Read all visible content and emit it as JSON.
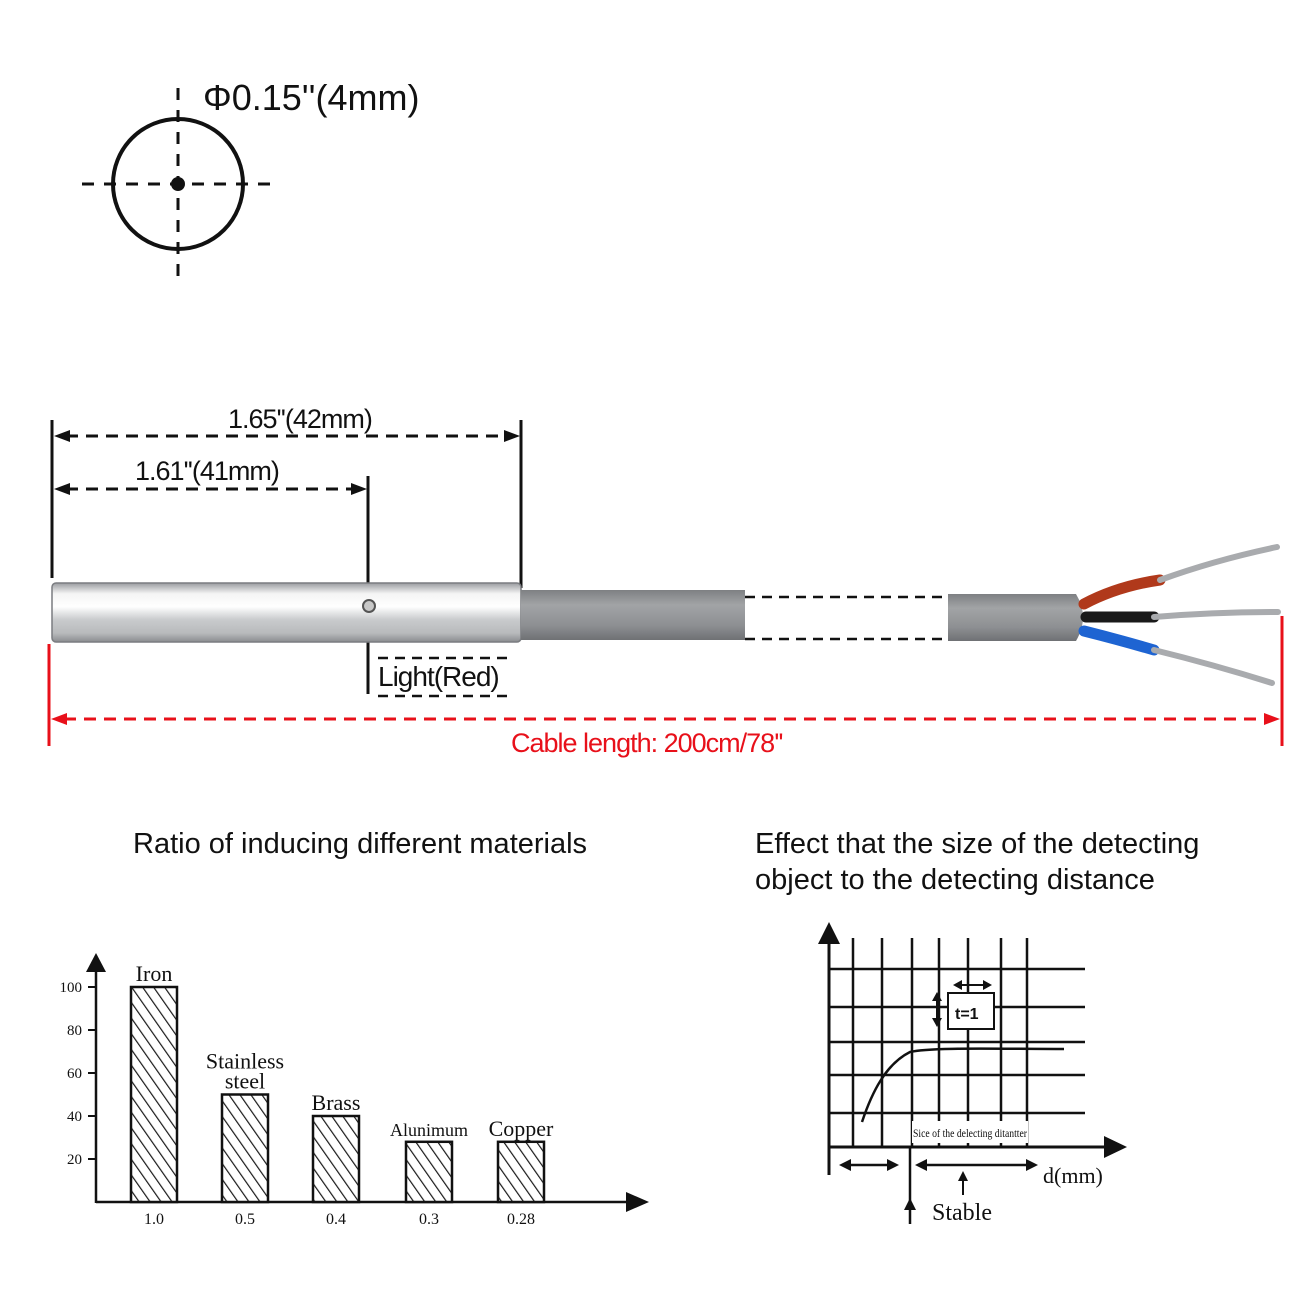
{
  "top_view": {
    "diameter_label": "Φ0.15''(4mm)"
  },
  "side_view": {
    "total_length_label": "1.65''(42mm)",
    "light_position_label": "1.61''(41mm)",
    "light_label": "Light(Red)",
    "cable_length_label": "Cable length: 200cm/78''",
    "colors": {
      "cable_dim": "#e8101a",
      "jacket": "#8e9093",
      "wire_brown": "#b0391b",
      "wire_black": "#1a1a1a",
      "wire_blue": "#1e64d2"
    }
  },
  "materials_chart": {
    "heading": "Ratio of inducing different materials",
    "chart_data": {
      "type": "bar",
      "categories": [
        "Iron",
        "Stainless steel",
        "Brass",
        "Alunimum",
        "Copper"
      ],
      "tick_labels": [
        "1.0",
        "0.5",
        "0.4",
        "0.3",
        "0.28"
      ],
      "values": [
        100,
        50,
        40,
        28,
        28
      ],
      "y_ticks": [
        "20",
        "40",
        "60",
        "80",
        "100"
      ],
      "ylim": [
        0,
        100
      ],
      "fill": "diagonal hatching"
    }
  },
  "distance_chart": {
    "heading_line1": "Effect that the size of the detecting",
    "heading_line2": "object to the detecting distance",
    "inset_label": "t=1",
    "curve_caption": "Sice of the delecting ditantter",
    "x_axis_label": "d(mm)",
    "stable_label": "Stable"
  }
}
